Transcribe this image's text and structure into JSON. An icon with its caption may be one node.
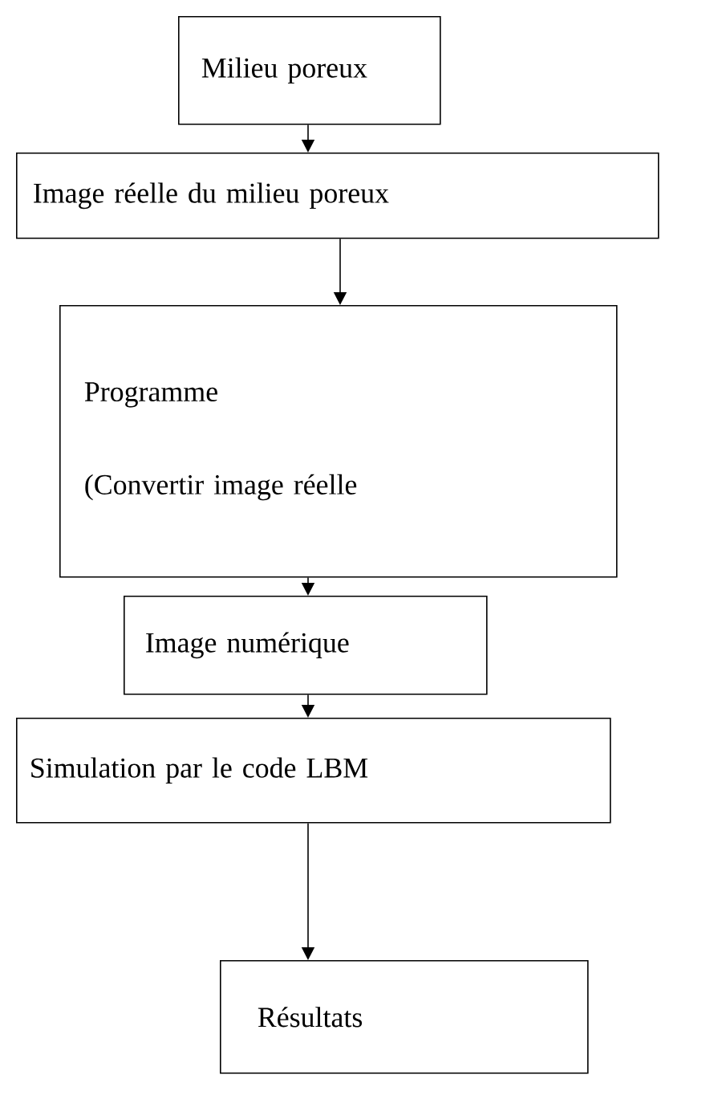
{
  "diagram": {
    "nodes": [
      {
        "text": [
          "Milieu poreux"
        ]
      },
      {
        "text": [
          "Image réelle du milieu poreux"
        ]
      },
      {
        "text": [
          "Programme",
          "(Convertir image réelle"
        ]
      },
      {
        "text": [
          "Image numérique"
        ]
      },
      {
        "text": [
          "Simulation par le code LBM"
        ]
      },
      {
        "text": [
          "Résultats"
        ]
      }
    ],
    "edges": [
      {
        "from": 0,
        "to": 1,
        "arrow": "to"
      },
      {
        "from": 1,
        "to": 2,
        "arrow": "to"
      },
      {
        "from": 2,
        "to": 3,
        "arrow": "to"
      },
      {
        "from": 3,
        "to": 4,
        "arrow": "to"
      },
      {
        "from": 4,
        "to": 5,
        "arrow": "to"
      }
    ]
  }
}
